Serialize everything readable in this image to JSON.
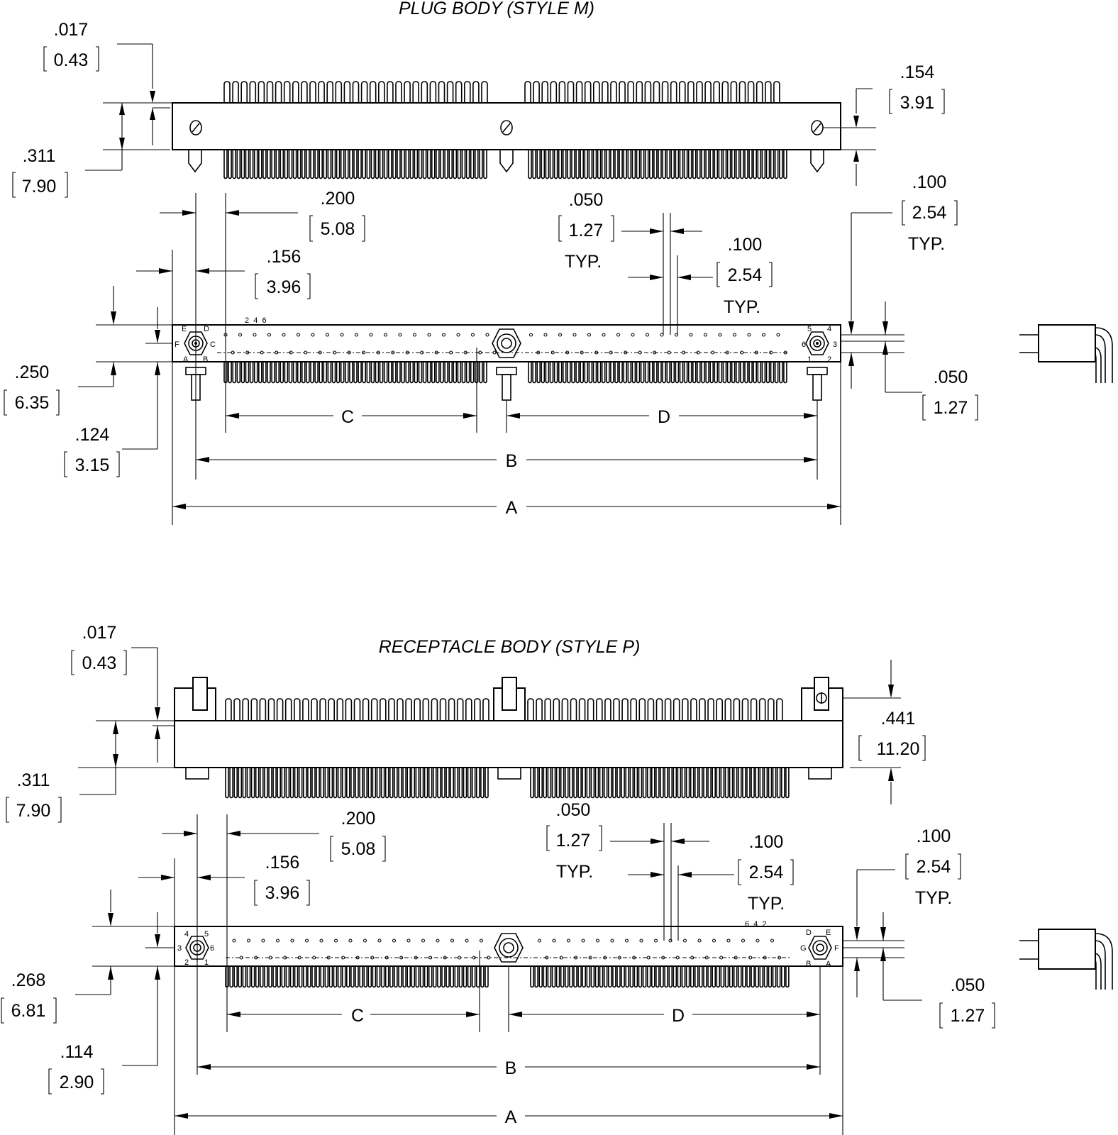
{
  "plug": {
    "title": "PLUG BODY (STYLE M)",
    "dim_017": ".017",
    "dim_017_mm": "0.43",
    "dim_311": ".311",
    "dim_311_mm": "7.90",
    "dim_154": ".154",
    "dim_154_mm": "3.91",
    "dim_200": ".200",
    "dim_200_mm": "5.08",
    "dim_156": ".156",
    "dim_156_mm": "3.96",
    "dim_050": ".050",
    "dim_050_mm": "1.27",
    "dim_100a": ".100",
    "dim_100a_mm": "2.54",
    "dim_100b": ".100",
    "dim_100b_mm": "2.54",
    "dim_250": ".250",
    "dim_250_mm": "6.35",
    "dim_124": ".124",
    "dim_124_mm": "3.15",
    "dim_050r": ".050",
    "dim_050r_mm": "1.27",
    "typ": "TYP.",
    "labels": {
      "a": "A",
      "b": "B",
      "c": "C",
      "d": "D"
    },
    "pin_numbers_left": "2  4  6",
    "hex_letters_left": {
      "e": "E",
      "d": "D",
      "f": "F",
      "c": "C",
      "a": "A",
      "b": "B"
    },
    "hex_numbers_right": {
      "n5": "5",
      "n4": "4",
      "n6": "6",
      "n3": "3",
      "n1": "1",
      "n2": "2"
    }
  },
  "receptacle": {
    "title": "RECEPTACLE BODY (STYLE P)",
    "dim_017": ".017",
    "dim_017_mm": "0.43",
    "dim_311": ".311",
    "dim_311_mm": "7.90",
    "dim_441": ".441",
    "dim_441_mm": "11.20",
    "dim_200": ".200",
    "dim_200_mm": "5.08",
    "dim_156": ".156",
    "dim_156_mm": "3.96",
    "dim_050": ".050",
    "dim_050_mm": "1.27",
    "dim_100a": ".100",
    "dim_100a_mm": "2.54",
    "dim_100b": ".100",
    "dim_100b_mm": "2.54",
    "dim_268": ".268",
    "dim_268_mm": "6.81",
    "dim_114": ".114",
    "dim_114_mm": "2.90",
    "dim_050r": ".050",
    "dim_050r_mm": "1.27",
    "typ": "TYP.",
    "labels": {
      "a": "A",
      "b": "B",
      "c": "C",
      "d": "D"
    },
    "pin_numbers_right": "6  4  2",
    "hex_numbers_left": {
      "n4": "4",
      "n5": "5",
      "n3": "3",
      "n6": "6",
      "n2": "2",
      "n1": "1"
    },
    "hex_letters_right": {
      "d": "D",
      "e": "E",
      "g": "G",
      "f": "F",
      "b": "B",
      "a": "A"
    }
  }
}
